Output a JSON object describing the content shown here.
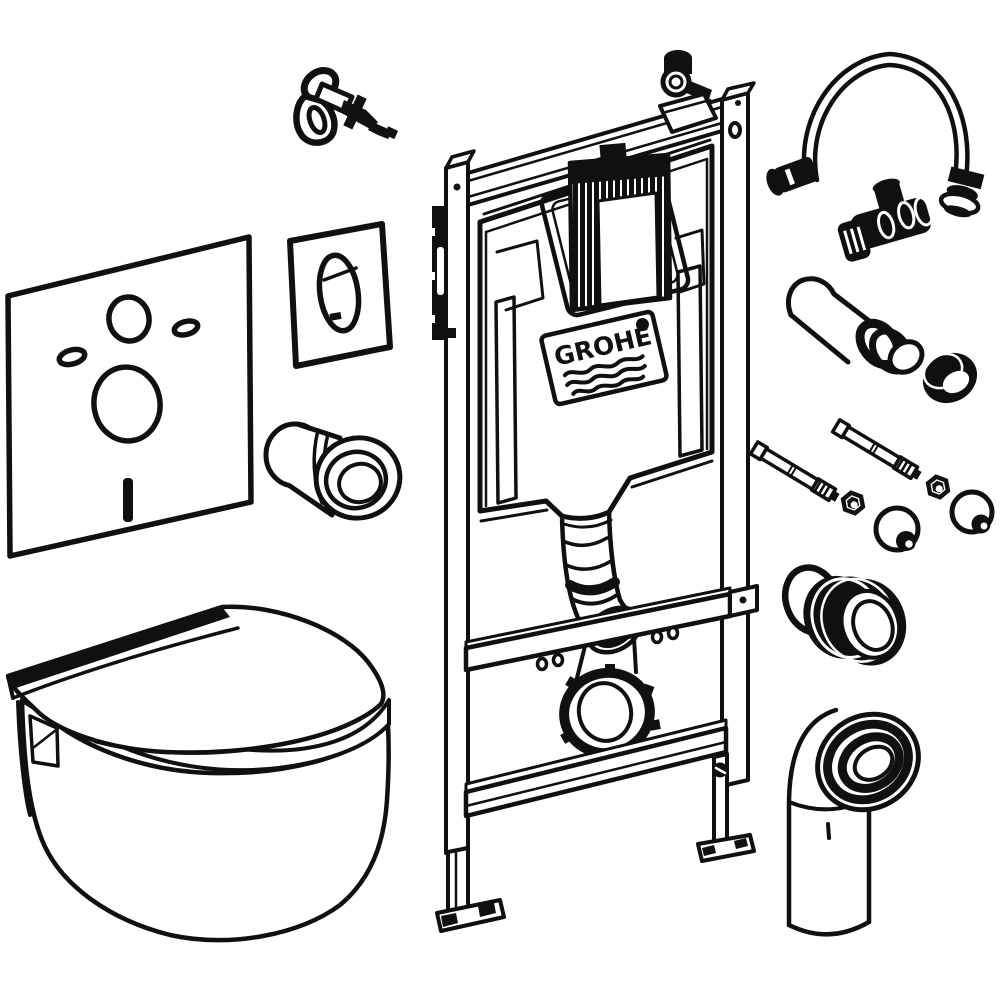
{
  "logo": {
    "text": "GROHE"
  },
  "colors": {
    "line": "#101010",
    "background": "#ffffff"
  },
  "diagram": {
    "type": "exploded-parts-line-drawing",
    "parts": [
      {
        "name": "wall-anchor",
        "description": "eyelet wall anchor with screw"
      },
      {
        "name": "sound-insulation-mat",
        "description": "square gasket mat with two round and two slotted holes"
      },
      {
        "name": "flush-plate",
        "description": "actuator plate with oval dual-flush button"
      },
      {
        "name": "inlet-seal-grommet",
        "description": "tapered rubber sleeve with flanged collar"
      },
      {
        "name": "wall-hung-toilet",
        "description": "wall-hung WC pan with closed seat and lid"
      },
      {
        "name": "installation-frame",
        "description": "in-wall mounting frame with concealed cistern, GROHE badge, flush bend, drain bracket and adjustable feet"
      },
      {
        "name": "flexible-supply-hose",
        "description": "curved braided water supply hose with end fittings"
      },
      {
        "name": "angle-valve",
        "description": "shut-off angle valve fitting"
      },
      {
        "name": "flush-pipe",
        "description": "straight flush pipe with collar"
      },
      {
        "name": "seal-ring",
        "description": "rubber seal ring for flush pipe"
      },
      {
        "name": "mounting-bolt-set",
        "description": "two threaded rods, two hex nuts, two dome cover caps"
      },
      {
        "name": "connection-sleeve",
        "description": "short ribbed connector sleeve with gasket ring"
      },
      {
        "name": "drain-elbow",
        "description": "90-degree outlet elbow with seal rings"
      }
    ]
  }
}
